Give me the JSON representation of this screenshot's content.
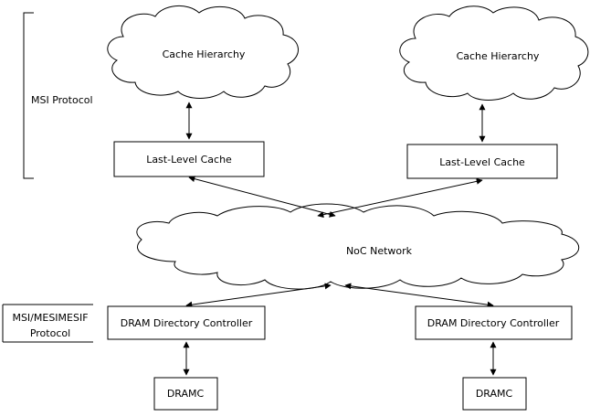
{
  "labels": {
    "top_protocol": "MSI Protocol",
    "bottom_protocol_line1": "MSI/MESIMESIF",
    "bottom_protocol_line2": "Protocol"
  },
  "clouds": {
    "left": "Cache Hierarchy",
    "right": "Cache Hierarchy",
    "noc": "NoC Network"
  },
  "boxes": {
    "llc_left": "Last-Level Cache",
    "llc_right": "Last-Level Cache",
    "dir_left": "DRAM Directory Controller",
    "dir_right": "DRAM Directory Controller",
    "dramc_left": "DRAMC",
    "dramc_right": "DRAMC"
  }
}
